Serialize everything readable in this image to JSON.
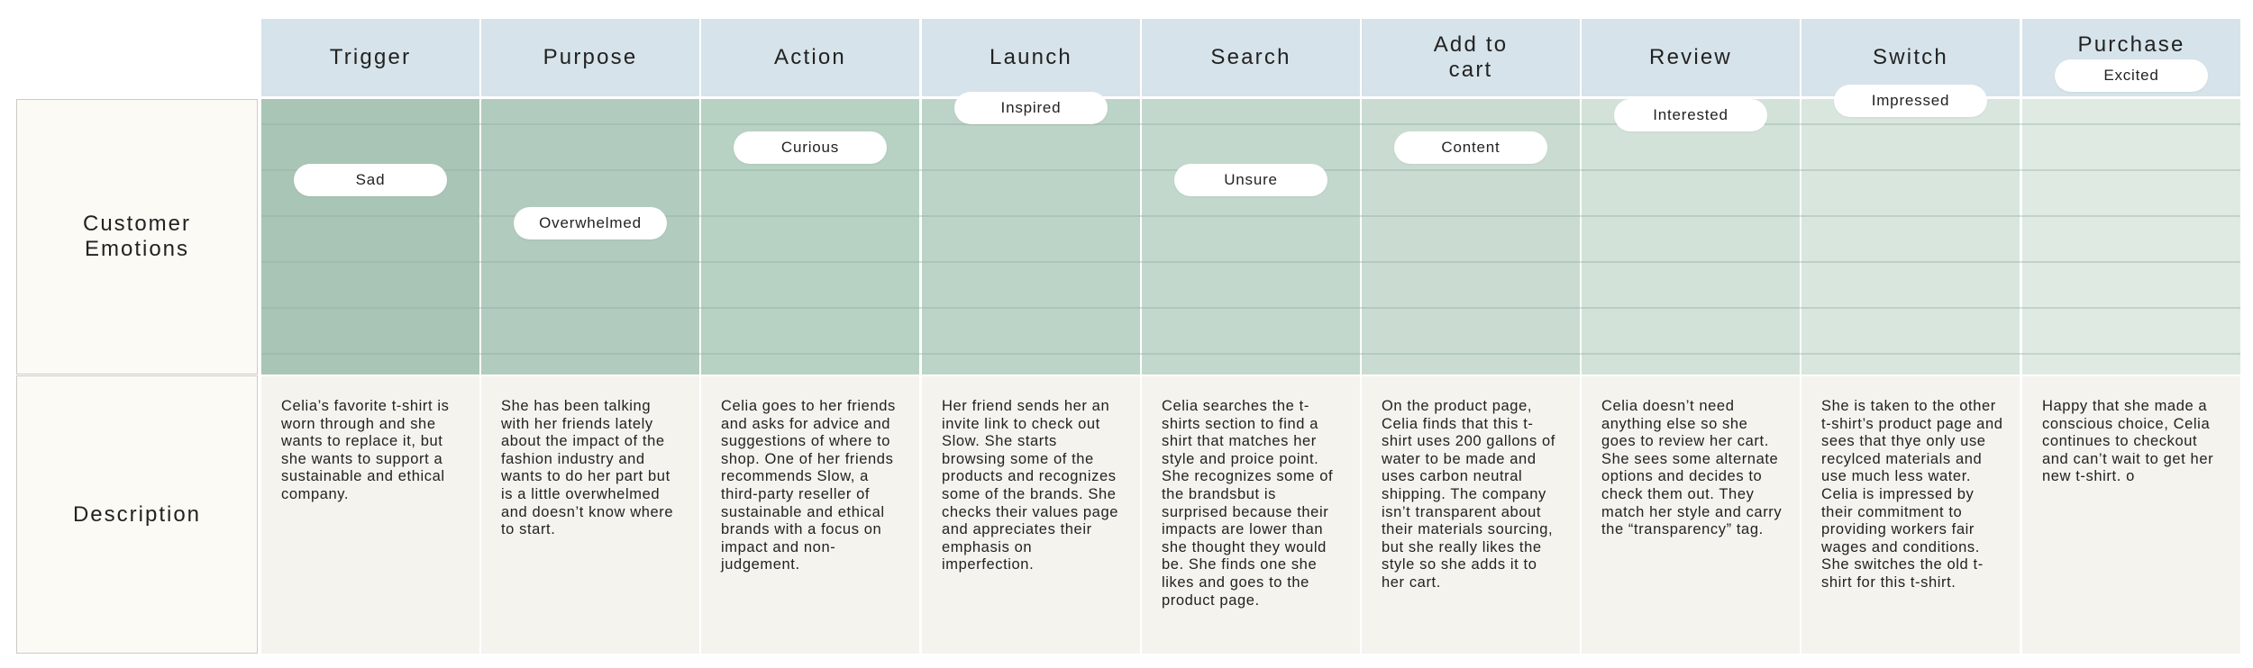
{
  "rows": {
    "emotions_label": "Customer\nEmotions",
    "description_label": "Description"
  },
  "stages": [
    {
      "title": "Trigger",
      "emotion": "Sad",
      "emotion_level": 3,
      "description": "Celia’s favorite t-shirt is worn through and she wants to replace it, but she wants to support a sustainable and ethical company."
    },
    {
      "title": "Purpose",
      "emotion": "Overwhelmed",
      "emotion_level": 1.8,
      "description": "She has been talking with her friends lately about the impact of the fashion industry and wants to do her part but is a little overwhelmed and doesn’t know where to start."
    },
    {
      "title": "Action",
      "emotion": "Curious",
      "emotion_level": 3.9,
      "description": "Celia goes to her friends and asks for advice and suggestions of where to shop. One of her friends recommends Slow, a third-party reseller of sustainable and ethical brands with a focus on impact and non-judgement."
    },
    {
      "title": "Launch",
      "emotion": "Inspired",
      "emotion_level": 5,
      "description": "Her friend sends her an invite link to check out Slow. She starts browsing some of the products and recognizes some of the brands. She checks their values page and appreciates their emphasis on imperfection."
    },
    {
      "title": "Search",
      "emotion": "Unsure",
      "emotion_level": 3,
      "description": "Celia searches the t-shirts section to find a shirt that matches her style and proice point. She recognizes some of the brandsbut is surprised because their impacts are lower than she thought they would be. She finds one she likes and goes to the product page."
    },
    {
      "title": "Add to\ncart",
      "emotion": "Content",
      "emotion_level": 3.9,
      "description": "On the product page, Celia finds that this t-shirt uses 200 gallons of water to be made and uses carbon neutral shipping. The company isn’t transparent about their materials sourcing, but she really likes the style so she adds it to her cart."
    },
    {
      "title": "Review",
      "emotion": "Interested",
      "emotion_level": 4.8,
      "description": "Celia doesn’t need anything else so she goes to review her cart. She sees some alternate options and decides to check them out. They match her style and carry the “transparency” tag."
    },
    {
      "title": "Switch",
      "emotion": "Impressed",
      "emotion_level": 5.2,
      "description": "She is taken to the other t-shirt’s product page and sees that thye only use recylced materials and use much less water. Celia is impressed by their commitment to providing workers fair wages and conditions. She switches the old t-shirt for this t-shirt."
    },
    {
      "title": "Purchase\ncompleted!",
      "emotion": "Excited",
      "emotion_level": 5.9,
      "description": "Happy that she made a conscious choice, Celia continues to checkout and can’t wait to get her new t-shirt. o"
    }
  ],
  "colors": {
    "header_bg": "#d6e3ea",
    "row_label_bg": "#fcfaf4",
    "description_bg": "#f4f3ee",
    "emotion_gradient": [
      "#a9c5b6",
      "#b1ccbe",
      "#b7d1c3",
      "#bcd4c7",
      "#c2d8cc",
      "#cadcd2",
      "#d2e2d8",
      "#d9e6de",
      "#dfeae3"
    ]
  }
}
